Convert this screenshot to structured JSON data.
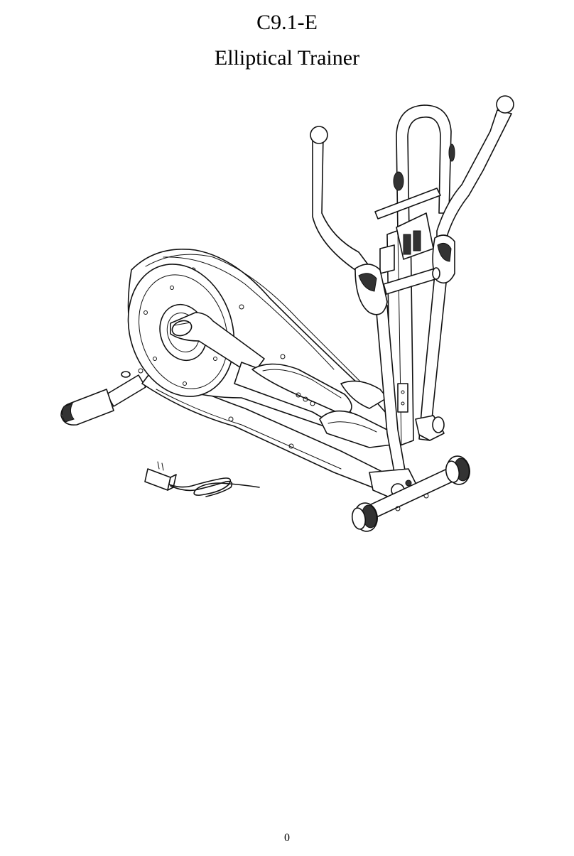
{
  "document": {
    "model": "C9.1-E",
    "product": "Elliptical Trainer",
    "page_number": "0"
  },
  "illustration": {
    "subject": "elliptical-trainer-line-drawing",
    "stroke_color": "#111111",
    "background_color": "#ffffff"
  }
}
